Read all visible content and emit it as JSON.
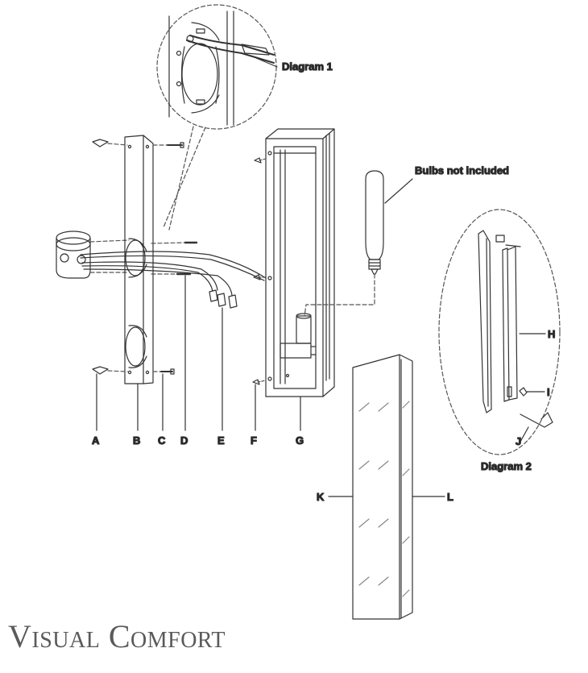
{
  "callouts": {
    "diagram1": "Diagram 1",
    "diagram2": "Diagram 2",
    "bulbs": "Bulbs not included"
  },
  "parts": {
    "A": "A",
    "B": "B",
    "C": "C",
    "D": "D",
    "E": "E",
    "F": "F",
    "G": "G",
    "H": "H",
    "I": "I",
    "J": "J",
    "K": "K",
    "L": "L"
  },
  "brand": "Visual Comfort"
}
